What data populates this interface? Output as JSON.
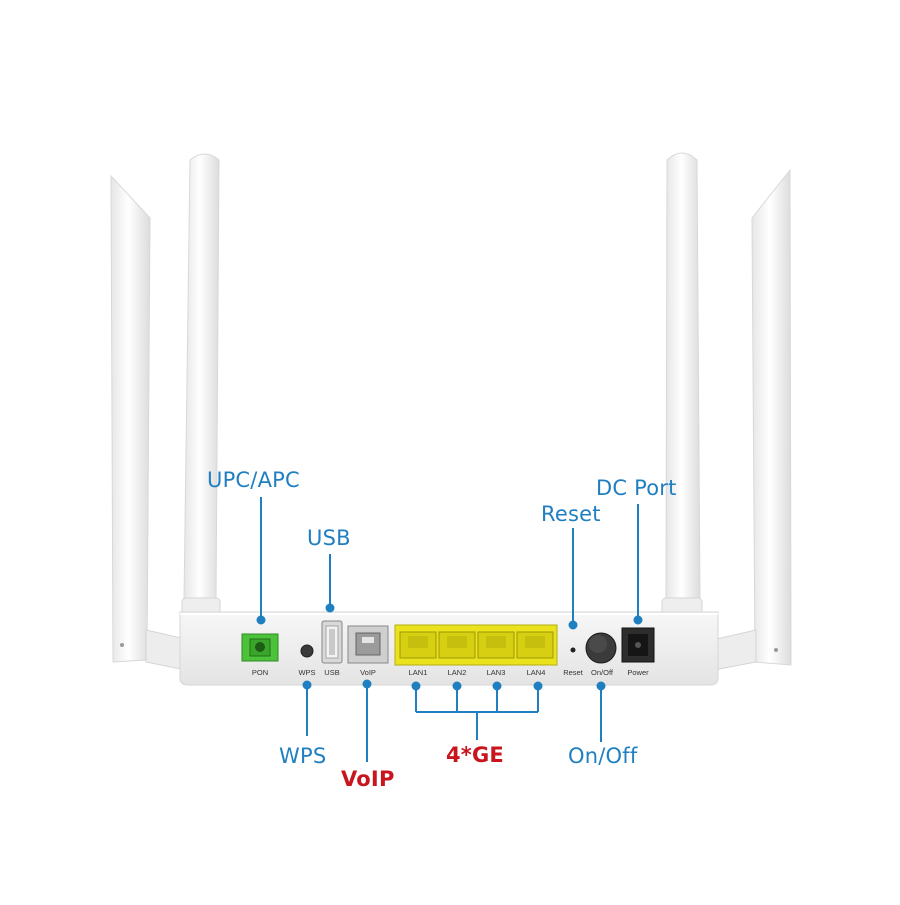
{
  "callouts": {
    "upc_apc": "UPC/APC",
    "usb": "USB",
    "reset": "Reset",
    "dc_port": "DC Port",
    "wps": "WPS",
    "voip": "VoIP",
    "ge": "4*GE",
    "on_off": "On/Off"
  },
  "port_labels": {
    "pon": "PON",
    "wps": "WPS",
    "usb": "USB",
    "voip": "VoIP",
    "lan1": "LAN1",
    "lan2": "LAN2",
    "lan3": "LAN3",
    "lan4": "LAN4",
    "reset": "Reset",
    "on_off": "On/Off",
    "power": "Power"
  },
  "colors": {
    "callout_blue": "#1f7fc0",
    "callout_red": "#c8161e",
    "pon_green": "#4cc23a",
    "lan_yellow": "#e9e21c"
  }
}
